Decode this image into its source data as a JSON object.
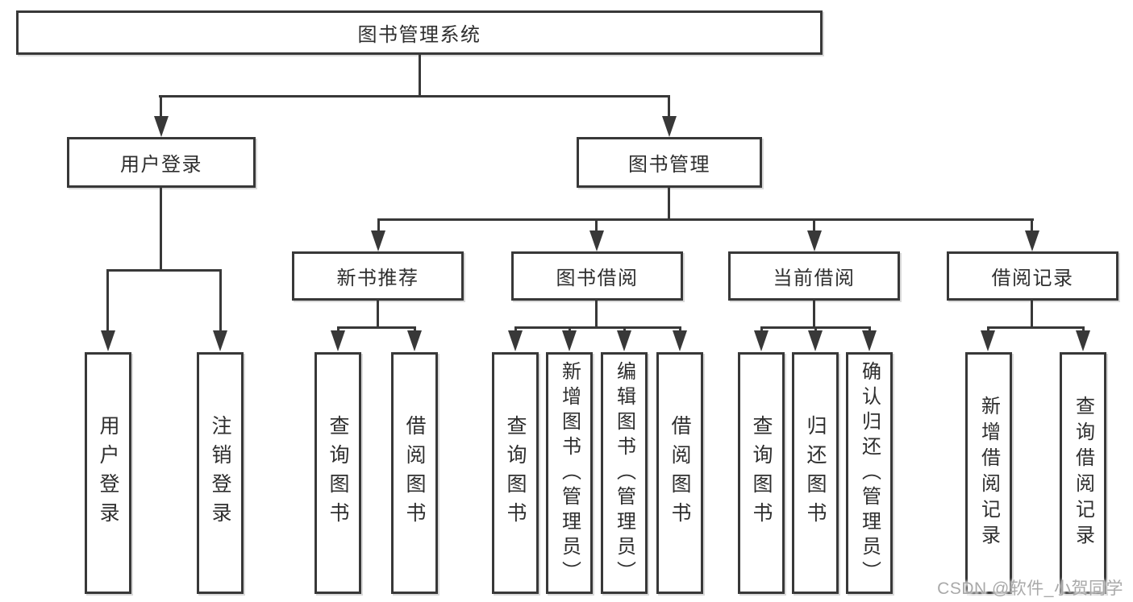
{
  "tree": {
    "label": "图书管理系统",
    "children": [
      {
        "label": "用户登录",
        "children": [
          {
            "label": "用户登录"
          },
          {
            "label": "注销登录"
          }
        ]
      },
      {
        "label": "图书管理",
        "children": [
          {
            "label": "新书推荐",
            "children": [
              {
                "label": "查询图书"
              },
              {
                "label": "借阅图书"
              }
            ]
          },
          {
            "label": "图书借阅",
            "children": [
              {
                "label": "查询图书"
              },
              {
                "label": "新增图书（管理员）"
              },
              {
                "label": "编辑图书（管理员）"
              },
              {
                "label": "借阅图书"
              }
            ]
          },
          {
            "label": "当前借阅",
            "children": [
              {
                "label": "查询图书"
              },
              {
                "label": "归还图书"
              },
              {
                "label": "确认归还（管理员）"
              }
            ]
          },
          {
            "label": "借阅记录",
            "children": [
              {
                "label": "新增借阅记录"
              },
              {
                "label": "查询借阅记录"
              }
            ]
          }
        ]
      }
    ]
  },
  "watermark": {
    "text": "CSDN @软件_小贺同学"
  },
  "colors": {
    "line": "#383838",
    "text": "#2e2e2e",
    "background": "#ffffff",
    "watermark": "#a9a9a9"
  }
}
